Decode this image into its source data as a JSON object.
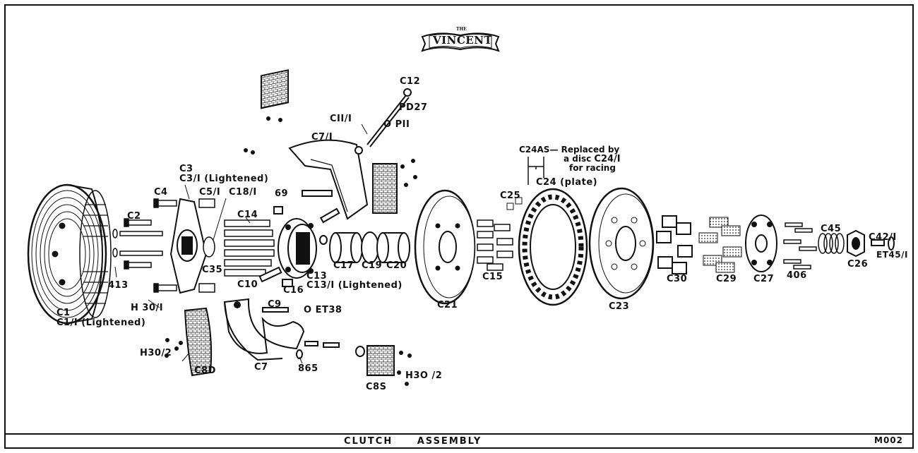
{
  "logo": {
    "small_text": "THE",
    "brand": "VINCENT"
  },
  "title": "CLUTCH ASSEMBLY",
  "drawing_number": "M002",
  "note": {
    "code": "C24AS",
    "line1": "— Replaced by",
    "line2_prefix": "a disc",
    "line2_code": "C24/I",
    "line3": "for racing"
  },
  "labels": {
    "c12": "C12",
    "pd27": "PD27",
    "c11_1": "CII/I",
    "op11": "O PII",
    "c7_1": "C7/I",
    "c3": "C3",
    "c3_1": "C3/I (Lightened)",
    "c4": "C4",
    "c5_1": "C5/I",
    "c18_1": "C18/I",
    "n69": "69",
    "c14": "C14",
    "c2": "C2",
    "c35": "C35",
    "n413": "413",
    "c1": "C1",
    "c1_1": "C1/I (Lightened)",
    "c10": "C10",
    "c16": "C16",
    "c13": "C13",
    "c13_1": "C13/I (Lightened)",
    "c17": "C17",
    "c19": "C19",
    "c20": "C20",
    "c25": "C25",
    "c24": "C24 (plate)",
    "c15": "C15",
    "c21": "C21",
    "c23": "C23",
    "c30": "C30",
    "c29": "C29",
    "c27": "C27",
    "n406": "406",
    "c45": "C45",
    "c42_1": "C42/I",
    "c26": "C26",
    "et45_1": "ET45/I",
    "h30_1": "H 30/I",
    "c9": "C9",
    "et38": "O ET38",
    "h30_2a": "H30/2",
    "c8d": "C8D",
    "c7": "C7",
    "n865": "865",
    "c8s": "C8S",
    "h30_2b": "H3O /2"
  }
}
